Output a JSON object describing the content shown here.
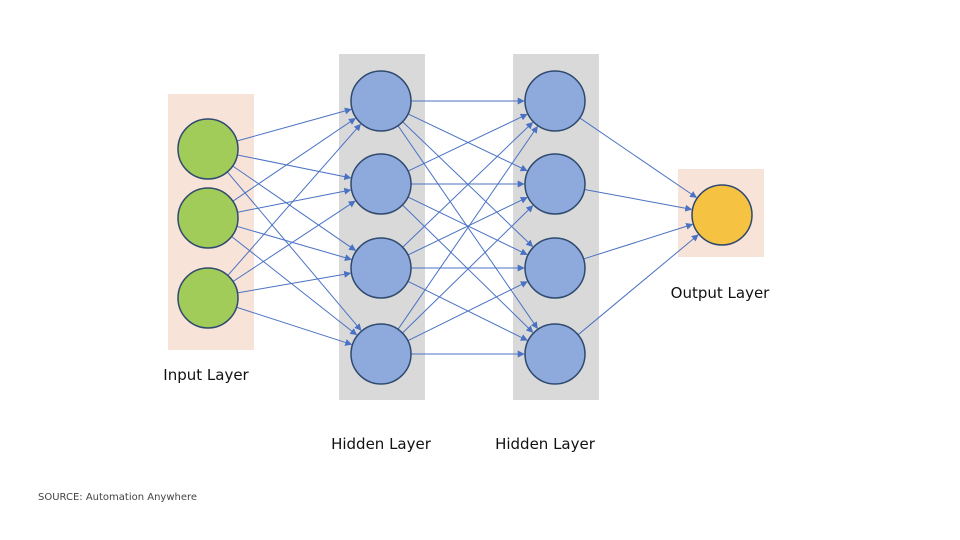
{
  "diagram": {
    "title": "Neural network architecture",
    "layers": [
      {
        "id": "input",
        "label": "Input Layer",
        "nodes": 3,
        "node_color": "#a1cc5a",
        "band_color": "#f8e3d8"
      },
      {
        "id": "hidden1",
        "label": "Hidden Layer",
        "nodes": 4,
        "node_color": "#8ea9db",
        "band_color": "#d9d9d9"
      },
      {
        "id": "hidden2",
        "label": "Hidden Layer",
        "nodes": 4,
        "node_color": "#8ea9db",
        "band_color": "#d9d9d9"
      },
      {
        "id": "output",
        "label": "Output Layer",
        "nodes": 1,
        "node_color": "#f5c242",
        "band_color": "#f8e3d8"
      }
    ],
    "connections": "fully-connected",
    "edge_color": "#4a72c4",
    "node_outline_color": "#2f4a6e"
  },
  "footer": {
    "source": "SOURCE: Automation Anywhere"
  }
}
